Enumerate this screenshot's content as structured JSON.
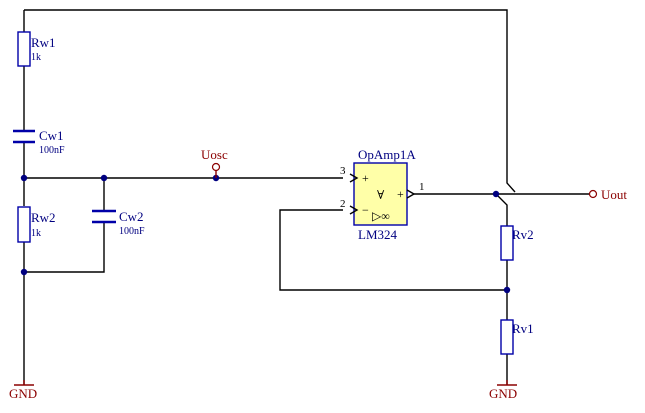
{
  "components": {
    "rw1": {
      "ref": "Rw1",
      "value": "1k"
    },
    "cw1": {
      "ref": "Cw1",
      "value": "100nF"
    },
    "rw2": {
      "ref": "Rw2",
      "value": "1k"
    },
    "cw2": {
      "ref": "Cw2",
      "value": "100nF"
    },
    "opamp": {
      "ref": "OpAmp1A",
      "part": "LM324",
      "pin_plus": "3",
      "pin_minus": "2",
      "pin_out": "1",
      "plus_sign": "+",
      "minus_sign": "−",
      "out_sign": "+",
      "delta_symbol": "∀",
      "inf_symbol": "▷∞"
    },
    "rv2": {
      "ref": "Rv2"
    },
    "rv1": {
      "ref": "Rv1"
    }
  },
  "nets": {
    "uosc": "Uosc",
    "uout": "Uout",
    "gnd_left": "GND",
    "gnd_right": "GND"
  },
  "colors": {
    "component": "#0000a8",
    "wire": "#000000",
    "net_label": "#8b0000",
    "opamp_fill": "#ffffa8"
  }
}
